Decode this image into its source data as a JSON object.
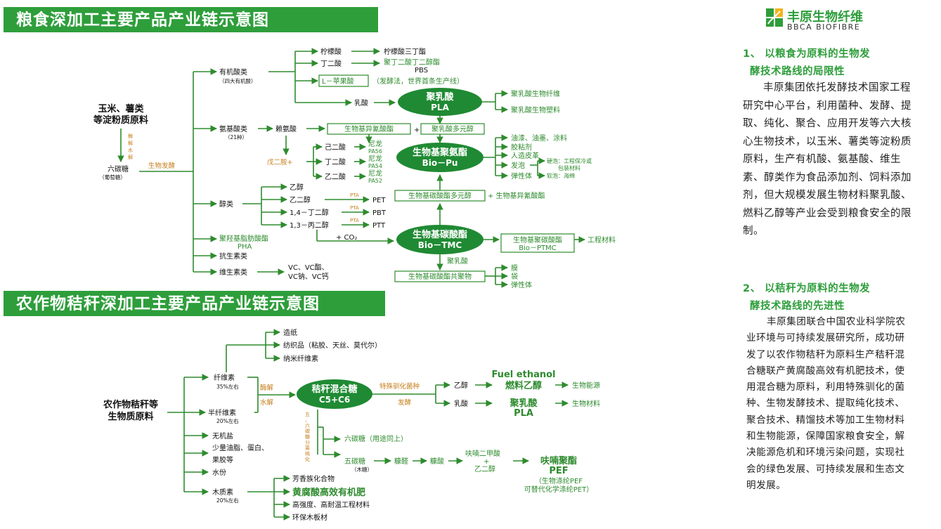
{
  "banners": {
    "grain_title": "粮食深加工主要产品产业链示意图",
    "straw_title": "农作物秸秆深加工主要产品产业链示意图"
  },
  "logo": {
    "cn": "丰原生物纤维",
    "en": "BBCA BIOFIBRE",
    "icon": "leaf-square-logo"
  },
  "colors": {
    "accent": "#2e9e3b",
    "orange": "#c6801f"
  },
  "grain": {
    "source_l1": "玉米、薯类",
    "source_l2": "等淀粉质原料",
    "enzyme_1": "酶",
    "enzyme_2": "解",
    "enzyme_3": "水",
    "enzyme_4": "解",
    "glucose": "六碳糖",
    "glucose_sub": "（葡萄糖）",
    "ferment": "生物发酵",
    "organic_acids": "有机酸类",
    "organic_acids_sub": "（四大有机酸）",
    "citric": "柠檬酸",
    "citric_prod": "柠檬酸三丁酯",
    "succinic": "丁二酸",
    "pbs_l1": "聚丁二酸丁二醇酯",
    "pbs_l2": "PBS",
    "malic": "L－苹果酸",
    "malic_note": "（发酵法，世界首条生产线）",
    "lactic": "乳酸",
    "pla_l1": "聚乳酸",
    "pla_l2": "PLA",
    "pla_fiber": "聚乳酸生物纤维",
    "pla_plastic": "聚乳酸生物塑料",
    "amino_acids": "氨基酸类",
    "amino_sub": "（21种）",
    "lysine": "赖氨酸",
    "bio_isocyanate": "生物基异氰酸酯",
    "plus": "+",
    "bio_polyol": "聚乳酸多元醇",
    "pentanediamine": "戊二胺+",
    "adipic": "己二酸",
    "pa56_l1": "尼龙",
    "pa56_l2": "PA56",
    "succinic2": "丁二酸",
    "pa54_l1": "尼龙",
    "pa54_l2": "PA54",
    "oxalic": "乙二酸",
    "pa52_l1": "尼龙",
    "pa52_l2": "PA52",
    "pu_l1": "生物基聚氨酯",
    "pu_l2": "Bio－Pu",
    "pu_1": "油漆、油墨、涂料",
    "pu_2": "胶粘剂",
    "pu_3": "人造皮革",
    "pu_4": "发泡",
    "pu_5": "弹性体",
    "foam_hard_l1": "硬泡：工程保冷或",
    "foam_hard_l2": "包装材料",
    "foam_soft": "软泡：海绵",
    "alcohols": "醇类",
    "ethanol": "乙醇",
    "eg": "乙二醇",
    "bdo": "1,4－丁二醇",
    "pdo": "1,3－丙二醇",
    "pta": "PTA",
    "pet": "PET",
    "pbt": "PBT",
    "ptt": "PTT",
    "polycarb_polyol": "生物基碳酸酯多元醇",
    "plus_isocyanate": "+ 生物基异氰酸酯",
    "co2": "+ CO₂",
    "tmc_l1": "生物基碳酸酯",
    "tmc_l2": "Bio－TMC",
    "ptmc_l1": "生物基聚碳酸酯",
    "ptmc_l2": "Bio－PTMC",
    "engineering": "工程材料",
    "pha_l1": "聚羟基脂肪酸酯",
    "pha_l2": "PHA",
    "antibiotics": "抗生素类",
    "vitamins": "维生素类",
    "vit_l1": "VC、VC酯、",
    "vit_l2": "VC钠、VC钙",
    "pla_label": "聚乳酸",
    "copolymer": "生物基碳酸酯共聚物",
    "film": "膜",
    "bag": "袋",
    "elastomer": "弹性体"
  },
  "straw": {
    "source_l1": "农作物秸秆等",
    "source_l2": "生物质原料",
    "cellulose": "纤维素",
    "cellulose_pct": "35%左右",
    "paper": "造纸",
    "textile": "纺织品（粘胶、天丝、莫代尔）",
    "nanocellulose": "纳米纤维素",
    "hemicellulose": "半纤维素",
    "hemi_pct": "20%左右",
    "enzymolysis": "酶解",
    "hydrolysis": "水解",
    "mixed_l1": "秸秆混合糖",
    "mixed_l2": "C5+C6",
    "special_strain": "特殊驯化菌种",
    "ferment": "发酵",
    "ethanol": "乙醇",
    "fuel_en": "Fuel ethanol",
    "fuel_cn": "燃料乙醇",
    "bio_energy": "生物能源",
    "lactic": "乳酸",
    "pla_cn": "聚乳酸",
    "pla_en": "PLA",
    "bio_material": "生物材料",
    "sep_1": "五",
    "sep_2": "、",
    "sep_3": "六",
    "sep_4": "碳",
    "sep_5": "糖",
    "sep_6": "分",
    "sep_7": "离",
    "sep_8": "纯",
    "sep_9": "化",
    "hexose": "六碳糖（用途同上）",
    "pentose": "五碳糖",
    "pentose_sub": "（木糖）",
    "furfural": "糠醛",
    "furoic": "糠酸",
    "fdca_l1": "呋喃二甲酸",
    "fdca_plus": "+",
    "fdca_l2": "乙二醇",
    "pef_l1": "呋喃聚酯",
    "pef_l2": "PEF",
    "pef_note1": "（生物涤纶PEF",
    "pef_note2": "可替代化学涤纶PET）",
    "inorganic": "无机盐",
    "oils_l1": "少量油脂、蛋白、",
    "oils_l2": "果胶等",
    "water": "水份",
    "lignin": "木质素",
    "lignin_pct": "20%左右",
    "aromatic": "芳香族化合物",
    "fertilizer": "黄腐酸高效有机肥",
    "eng_material": "高强度、高耐温工程材料",
    "board": "环保木板材"
  },
  "panel": {
    "h1_l1": "1、 以粮食为原料的生物发",
    "h1_l2": "酵技术路线的局限性",
    "p1": "丰原集团依托发酵技术国家工程研究中心平台，利用菌种、发酵、提取、纯化、聚合、应用开发等六大核心生物技术，以玉米、薯类等淀粉质原料，生产有机酸、氨基酸、维生素、醇类作为食品添加剂、饲料添加剂，但大规模发展生物材料聚乳酸、燃料乙醇等产业会受到粮食安全的限制。",
    "h2_l1": "2、 以秸秆为原料的生物发",
    "h2_l2": "酵技术路线的先进性",
    "p2": "丰原集团联合中国农业科学院农业环境与可持续发展研究所，成功研发了以农作物秸秆为原料生产秸秆混合糖联产黄腐酸高效有机肥技术，使用混合糖为原料，利用特殊驯化的菌种、生物发酵技术、提取纯化技术、聚合技术、精馏技术等加工生物材料和生物能源，保障国家粮食安全，解决能源危机和环境污染问题，实现社会的绿色发展、可持续发展和生态文明发展。"
  }
}
